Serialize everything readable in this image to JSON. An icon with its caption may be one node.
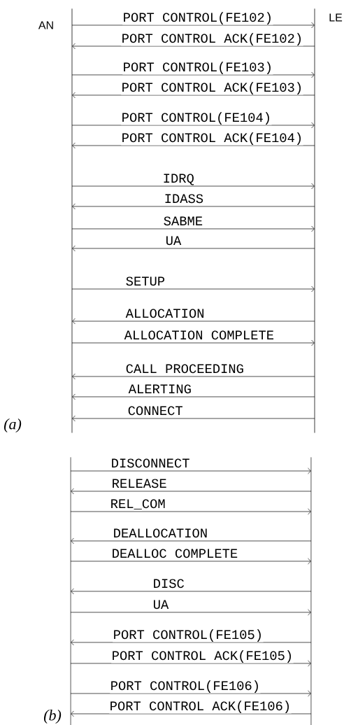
{
  "diagram": {
    "nodes": [
      {
        "text": [
          "AN"
        ]
      },
      {
        "text": [
          "LE"
        ]
      },
      {
        "text": [],
        "shape": "bar"
      },
      {
        "text": [],
        "shape": "bar"
      }
    ],
    "edges": [
      {
        "from": 0,
        "to": 1,
        "arrow": "to",
        "label": "PORT CONTROL(FE102)"
      },
      {
        "from": 1,
        "to": 0,
        "arrow": "to",
        "label": "PORT CONTROL ACK(FE102)"
      },
      {
        "from": 0,
        "to": 1,
        "arrow": "to",
        "label": "PORT CONTROL(FE103)"
      },
      {
        "from": 1,
        "to": 0,
        "arrow": "to",
        "label": "PORT CONTROL ACK(FE103)"
      },
      {
        "from": 0,
        "to": 1,
        "arrow": "to",
        "label": "PORT CONTROL(FE104)"
      },
      {
        "from": 1,
        "to": 0,
        "arrow": "to",
        "label": "PORT CONTROL ACK(FE104)"
      },
      {
        "from": 0,
        "to": 1,
        "arrow": "to",
        "label": "IDRQ"
      },
      {
        "from": 1,
        "to": 0,
        "arrow": "to",
        "label": "IDASS"
      },
      {
        "from": 0,
        "to": 1,
        "arrow": "to",
        "label": "SABME"
      },
      {
        "from": 1,
        "to": 0,
        "arrow": "to",
        "label": "UA"
      },
      {
        "from": 0,
        "to": 1,
        "arrow": "to",
        "label": "SETUP"
      },
      {
        "from": 1,
        "to": 0,
        "arrow": "to",
        "label": "ALLOCATION"
      },
      {
        "from": 0,
        "to": 1,
        "arrow": "to",
        "label": "ALLOCATION COMPLETE"
      },
      {
        "from": 1,
        "to": 0,
        "arrow": "to",
        "label": "CALL PROCEEDING"
      },
      {
        "from": 1,
        "to": 0,
        "arrow": "to",
        "label": "ALERTING"
      },
      {
        "from": 1,
        "to": 0,
        "arrow": "to",
        "label": "CONNECT"
      },
      {
        "from": 2,
        "to": 3,
        "arrow": "to",
        "label": "DISCONNECT"
      },
      {
        "from": 3,
        "to": 2,
        "arrow": "to",
        "label": "RELEASE"
      },
      {
        "from": 2,
        "to": 3,
        "arrow": "to",
        "label": "REL_COM"
      },
      {
        "from": 3,
        "to": 2,
        "arrow": "to",
        "label": "DEALLOCATION"
      },
      {
        "from": 2,
        "to": 3,
        "arrow": "to",
        "label": "DEALLOC COMPLETE"
      },
      {
        "from": 3,
        "to": 2,
        "arrow": "to",
        "label": "DISC"
      },
      {
        "from": 2,
        "to": 3,
        "arrow": "to",
        "label": "UA"
      },
      {
        "from": 3,
        "to": 2,
        "arrow": "to",
        "label": "PORT CONTROL(FE105)"
      },
      {
        "from": 2,
        "to": 3,
        "arrow": "to",
        "label": "PORT CONTROL ACK(FE105)"
      },
      {
        "from": 2,
        "to": 3,
        "arrow": "to",
        "label": "PORT CONTROL(FE106)"
      },
      {
        "from": 3,
        "to": 2,
        "arrow": "to",
        "label": "PORT CONTROL ACK(FE106)"
      }
    ],
    "labels": [
      "(a)",
      "(b)"
    ]
  }
}
